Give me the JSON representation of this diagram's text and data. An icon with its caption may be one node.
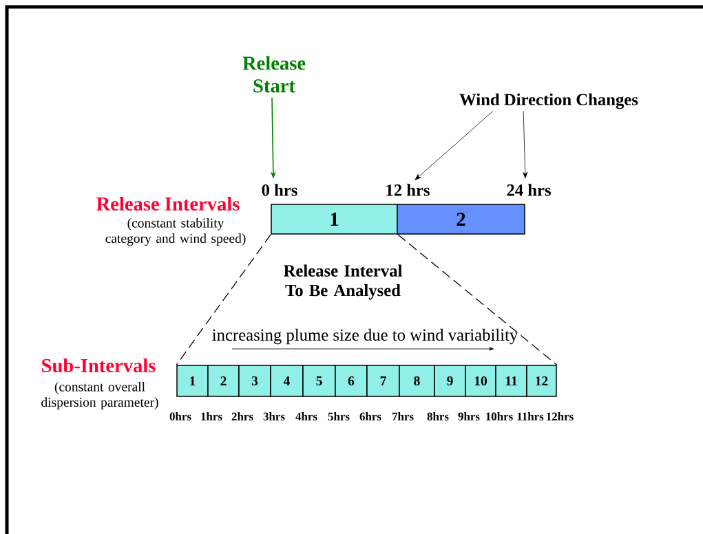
{
  "diagram": {
    "nodes": [
      {
        "text": [
          "Release Start"
        ]
      },
      {
        "text": [
          "Wind Direction Changes"
        ]
      },
      {
        "text": [
          "0 hrs"
        ]
      },
      {
        "text": [
          "12 hrs"
        ]
      },
      {
        "text": [
          "24 hrs"
        ]
      },
      {
        "text": [
          "1"
        ]
      },
      {
        "text": [
          "2"
        ]
      },
      {
        "text": [
          "1"
        ]
      },
      {
        "text": [
          "2"
        ]
      },
      {
        "text": [
          "3"
        ]
      },
      {
        "text": [
          "4"
        ]
      },
      {
        "text": [
          "5"
        ]
      },
      {
        "text": [
          "6"
        ]
      },
      {
        "text": [
          "7"
        ]
      },
      {
        "text": [
          "8"
        ]
      },
      {
        "text": [
          "9"
        ]
      },
      {
        "text": [
          "10"
        ]
      },
      {
        "text": [
          "11"
        ]
      },
      {
        "text": [
          "12"
        ]
      }
    ],
    "edges": [
      {
        "from": 0,
        "to": 2,
        "arrow": "to",
        "color": "#008000"
      },
      {
        "from": 1,
        "to": 3,
        "arrow": "to"
      },
      {
        "from": 1,
        "to": 4,
        "arrow": "to"
      },
      {
        "from": 5,
        "to": 7,
        "arrow": "none",
        "style": "dashed"
      },
      {
        "from": 5,
        "to": 18,
        "arrow": "none",
        "style": "dashed"
      }
    ],
    "labels": [
      "Release Intervals",
      "(constant stability category and wind speed)",
      "Release Interval To Be Analysed",
      "increasing plume size due to wind variability",
      "Sub-Intervals",
      "(constant overall dispersion parameter)",
      "0hrs",
      "1hrs",
      "2hrs",
      "3hrs",
      "4hrs",
      "5hrs",
      "6hrs",
      "7hrs",
      "8hrs",
      "9hrs",
      "10hrs",
      "11hrs",
      "12hrs"
    ]
  }
}
